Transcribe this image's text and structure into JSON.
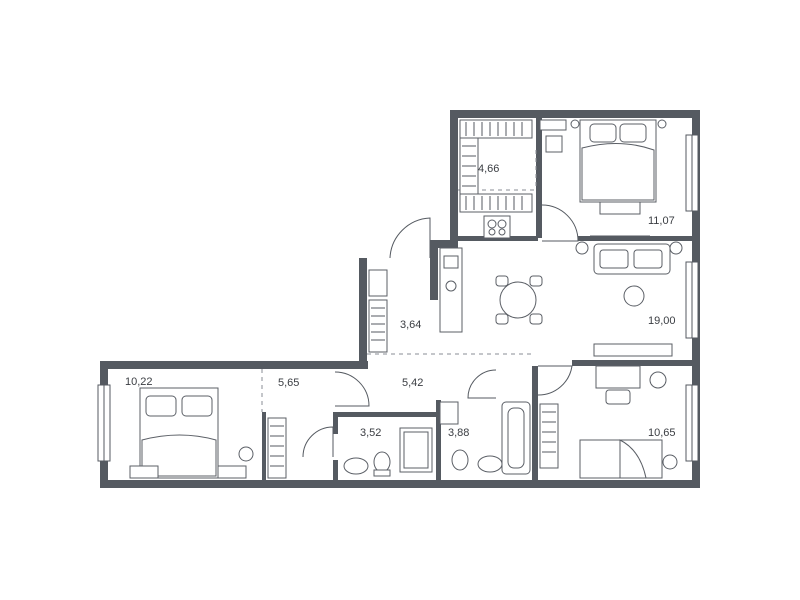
{
  "rooms": [
    {
      "id": "wardrobe",
      "area": "4,66"
    },
    {
      "id": "bedroom-top",
      "area": "11,07"
    },
    {
      "id": "pantry",
      "area": "3,64"
    },
    {
      "id": "living-kitchen",
      "area": "19,00"
    },
    {
      "id": "bedroom-left",
      "area": "10,22"
    },
    {
      "id": "corridor-left",
      "area": "5,65"
    },
    {
      "id": "hall",
      "area": "5,42"
    },
    {
      "id": "bathroom-wc",
      "area": "3,52"
    },
    {
      "id": "bathroom-tub",
      "area": "3,88"
    },
    {
      "id": "bedroom-right",
      "area": "10,65"
    }
  ],
  "colors": {
    "wall": "#555a61",
    "text": "#3a3d42",
    "background": "#ffffff"
  }
}
